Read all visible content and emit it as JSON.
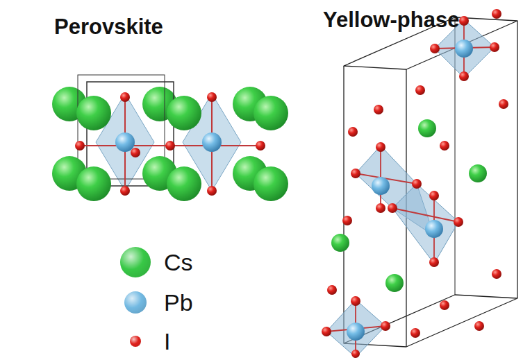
{
  "diagram": {
    "labels": [
      "Perovskite",
      "Yellow-phase"
    ],
    "legend": [
      {
        "text": "Cs",
        "color": "#38c846"
      },
      {
        "text": "Pb",
        "color": "#72b9e2"
      },
      {
        "text": "I",
        "color": "#e0211c"
      }
    ]
  }
}
